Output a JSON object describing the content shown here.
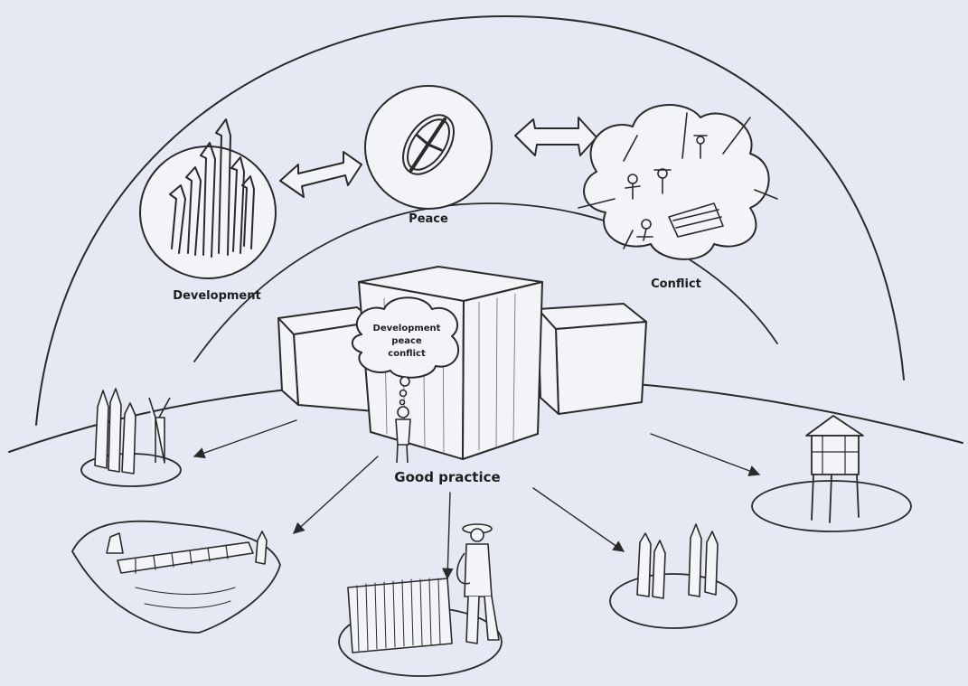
{
  "labels": {
    "development": "Development",
    "peace": "Peace",
    "conflict": "Conflict",
    "thought_line1": "Development",
    "thought_line2": "peace",
    "thought_line3": "conflict",
    "good_practice": "Good practice"
  },
  "colors": {
    "background": "#e4e9f3",
    "ink": "#2a2a2a",
    "paper": "#f2f4f8"
  }
}
